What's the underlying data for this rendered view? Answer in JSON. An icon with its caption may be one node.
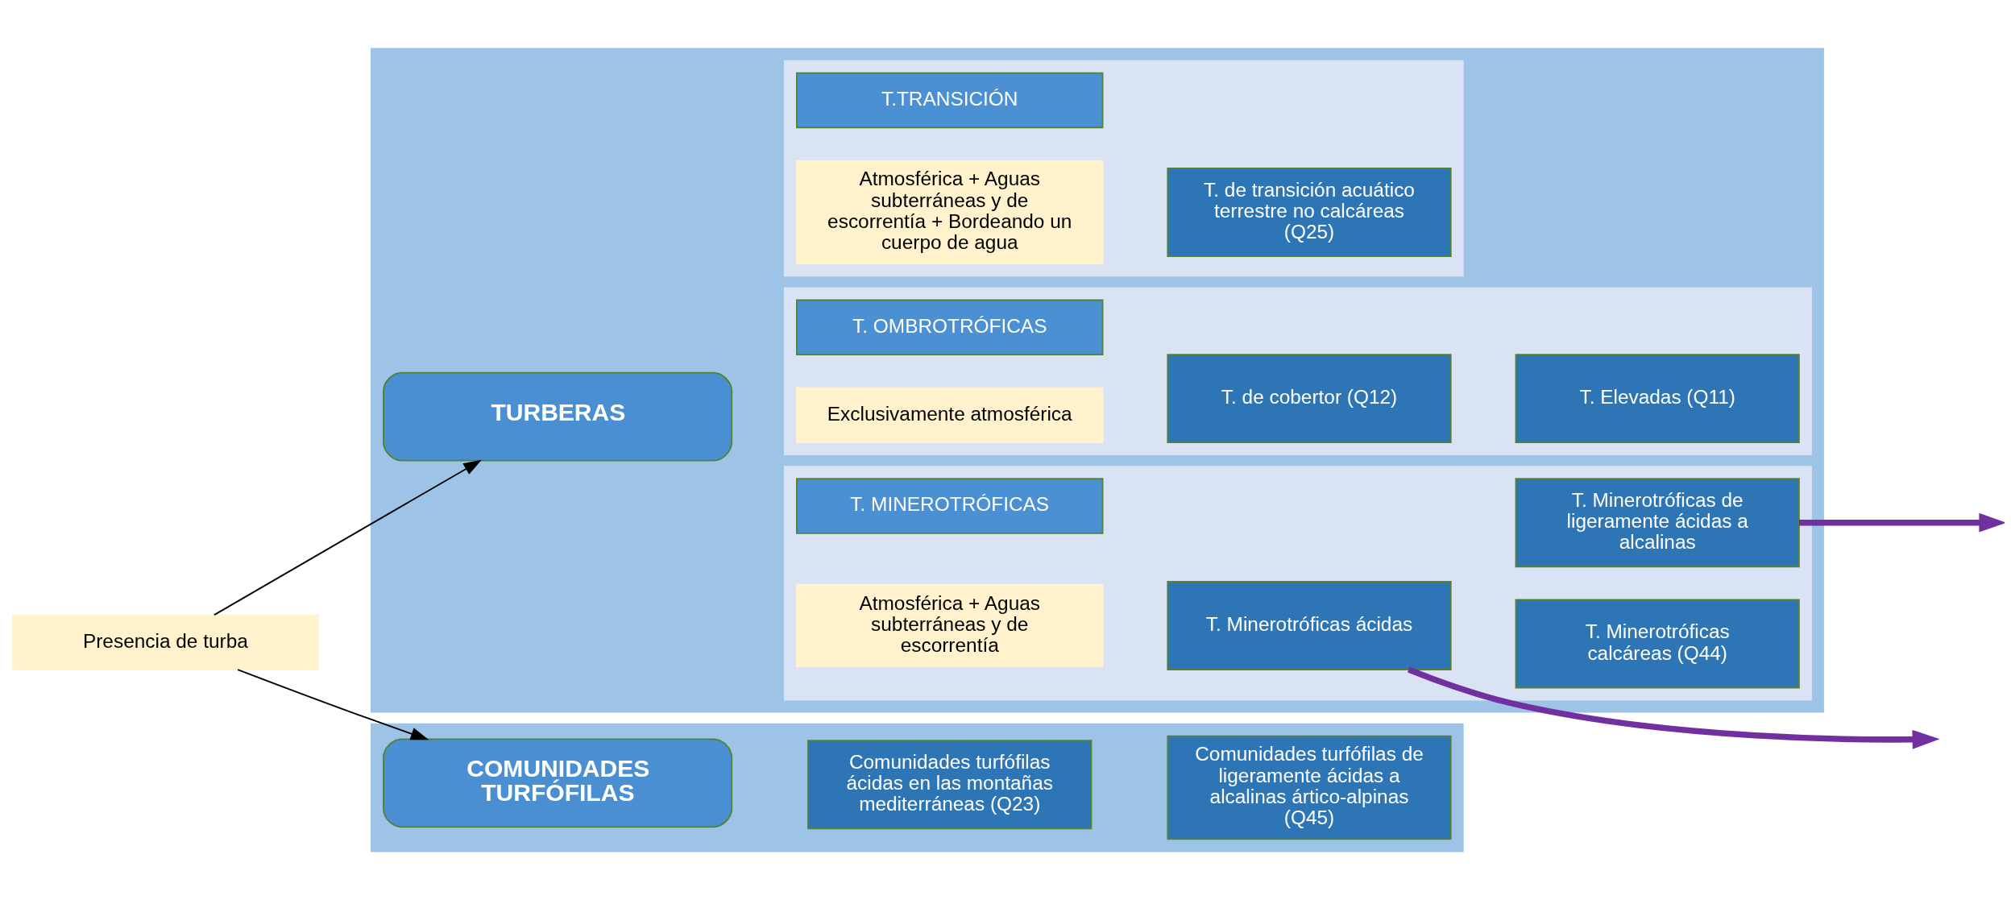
{
  "diagram": {
    "nodes": [
      {
        "text": [
          "Presencia de turba"
        ]
      },
      {
        "text": [],
        "shape": "box"
      },
      {
        "text": [
          "TURBERAS"
        ],
        "in": 1
      },
      {
        "text": [],
        "shape": "box",
        "in": 1
      },
      {
        "text": [
          "T. OMBROTRÓFICAS"
        ],
        "in": 3
      },
      {
        "text": [
          "Exclusivamente atmosférica"
        ],
        "in": 3
      },
      {
        "text": [
          "T. de cobertor (Q12)"
        ],
        "in": 3
      },
      {
        "text": [
          "T. Elevadas (Q11)"
        ],
        "in": 3
      },
      {
        "text": [],
        "shape": "box",
        "in": 1
      },
      {
        "text": [
          "T. MINEROTRÓFICAS"
        ],
        "in": 8
      },
      {
        "text": [
          "Atmosférica + Aguas subterráneas y de escorrentía"
        ],
        "in": 8
      },
      {
        "text": [
          "T. Minerotróficas ácidas"
        ],
        "in": 8
      },
      {
        "text": [
          "T. Minerotróficas de ligeramente ácidas a alcalinas"
        ],
        "in": 8
      },
      {
        "text": [
          "T. Minerotróficas calcáreas (Q44)"
        ],
        "in": 8
      },
      {
        "text": [],
        "shape": "box",
        "in": 1
      },
      {
        "text": [
          "T.TRANSICIÓN"
        ],
        "in": 14
      },
      {
        "text": [
          "Atmosférica + Aguas subterráneas y de escorrentía + Bordeando un cuerpo de agua"
        ],
        "in": 14
      },
      {
        "text": [
          "T. de transición acuático terrestre no calcáreas (Q25)"
        ],
        "in": 14
      },
      {
        "text": [],
        "shape": "box"
      },
      {
        "text": [
          "COMUNIDADES TURFÓFILAS"
        ],
        "in": 18
      },
      {
        "text": [
          "Comunidades turfófilas ácidas en las montañas mediterráneas (Q23)"
        ],
        "in": 18
      },
      {
        "text": [
          "Comunidades turfófilas de ligeramente ácidas a alcalinas ártico-alpinas (Q45)"
        ],
        "in": 18
      }
    ],
    "edges": [
      {
        "from": 0,
        "to": 2,
        "arrow": "to"
      },
      {
        "from": 0,
        "to": 19,
        "arrow": "to"
      },
      {
        "from": 11,
        "to": null,
        "arrow": "to",
        "style": "thick",
        "color": "#7030a0"
      },
      {
        "from": 12,
        "to": null,
        "arrow": "to",
        "style": "thick",
        "color": "#7030a0"
      }
    ]
  }
}
